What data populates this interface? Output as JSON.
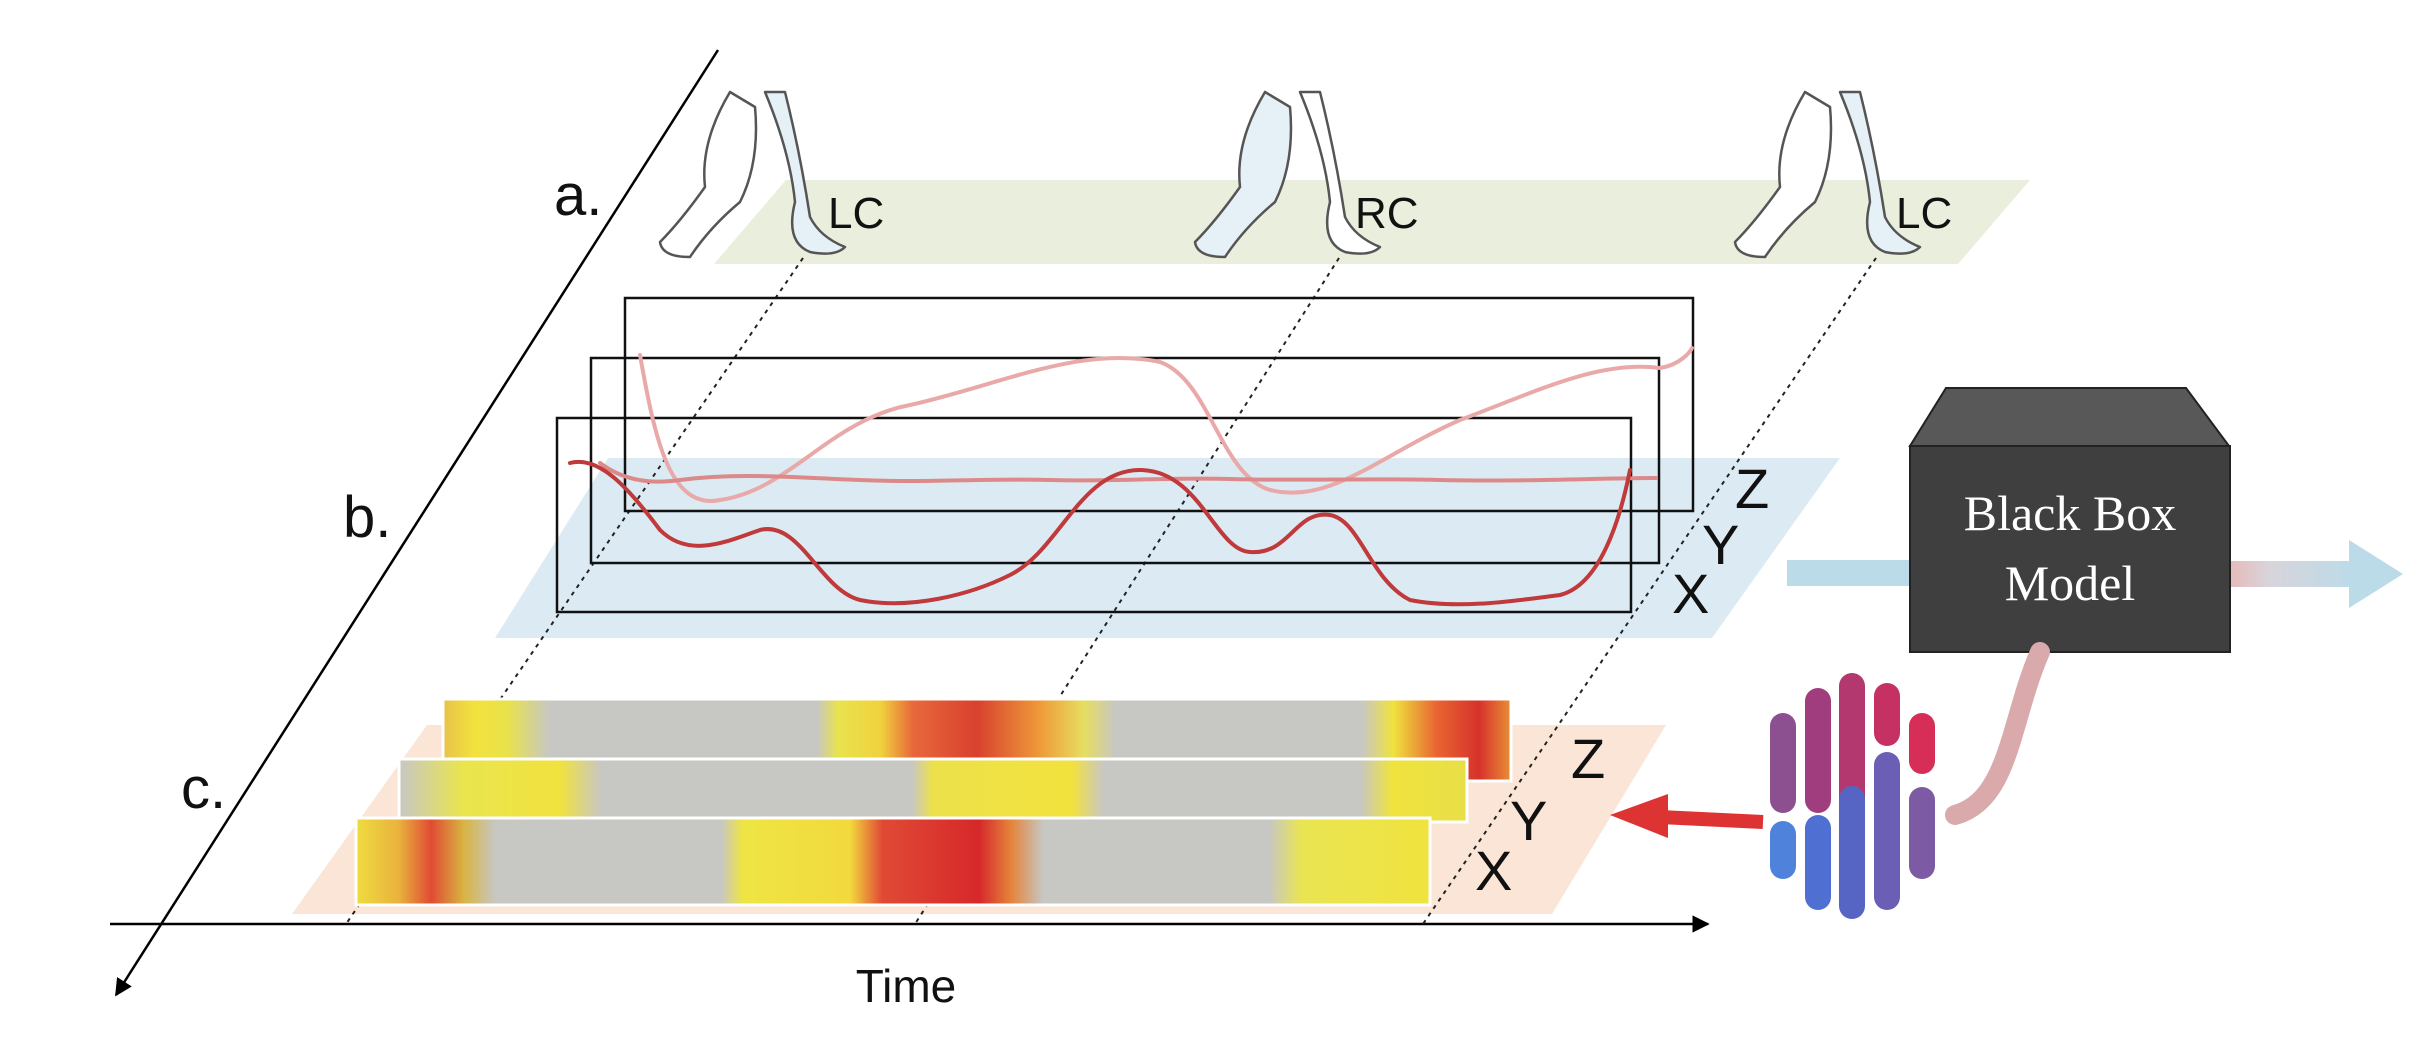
{
  "panel_labels": {
    "a": "a.",
    "b": "b.",
    "c": "c."
  },
  "gait_events": [
    {
      "label": "LC"
    },
    {
      "label": "RC"
    },
    {
      "label": "LC"
    }
  ],
  "signal_axes": {
    "x": "X",
    "y": "Y",
    "z": "Z"
  },
  "heatmap_axes": {
    "x": "X",
    "y": "Y",
    "z": "Z"
  },
  "time_axis_label": "Time",
  "model": {
    "line1": "Black Box",
    "line2": "Model"
  },
  "colors": {
    "gait_plane": "#e9efdc",
    "signal_plane": "#dcebf3",
    "heatmap_plane": "#fae5d6",
    "signal_line": "#c0393b",
    "model_box": "#3f3f3f",
    "model_top": "#585858",
    "flow_arrow": "#bcdbe8",
    "attribution_arrow": "#dd3333"
  }
}
